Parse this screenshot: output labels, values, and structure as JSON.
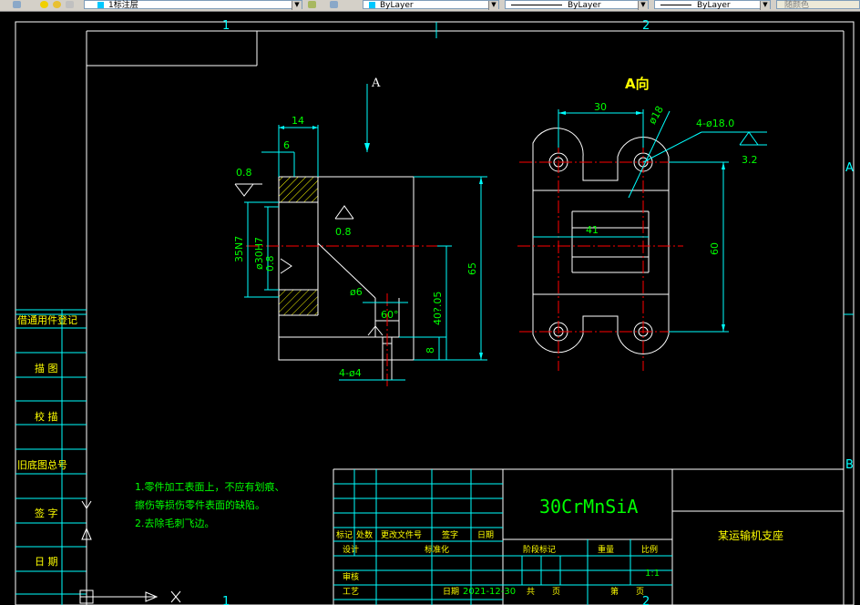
{
  "toolbar": {
    "layer_name": "1标注层",
    "color_value": "ByLayer",
    "linetype_value": "ByLayer",
    "lineweight_value": "ByLayer",
    "plotstyle_value": "随颜色"
  },
  "frame": {
    "zone_col_1": "1",
    "zone_col_2": "2",
    "zone_row_a": "A",
    "zone_row_b": "B"
  },
  "side_block": {
    "rows": [
      "借通用件登记",
      "描 图",
      "校 描",
      "旧底图总号",
      "签 字",
      "日 期"
    ]
  },
  "front_view": {
    "dims": {
      "d14": "14",
      "d6": "6",
      "r08_top": "0.8",
      "r08_mid": "0.8",
      "r08_left": "0.8",
      "d35n7": "35N7",
      "d30h7": "ø30H7",
      "d65": "65",
      "d40": "40?.05",
      "d8": "8",
      "d6hole": "ø6",
      "d60deg": "60°",
      "d4x4": "4-ø4"
    },
    "view_arrow_label": "A"
  },
  "a_view": {
    "title": "A向",
    "dims": {
      "d30": "30",
      "d18": "ø18",
      "d4x18": "4-ø18.0",
      "r32": "3.2",
      "d41": "41",
      "d60": "60"
    }
  },
  "notes": {
    "line1": "1.零件加工表面上，不应有划痕、",
    "line2": "擦伤等损伤零件表面的缺陷。",
    "line3": "2.去除毛刺飞边。"
  },
  "title_block": {
    "material": "30CrMnSiA",
    "part_name": "某运输机支座",
    "h_mark": "标记",
    "h_count": "处数",
    "h_change": "更改文件号",
    "h_sign": "签字",
    "h_date": "日期",
    "h_design": "设计",
    "h_standard": "标准化",
    "h_stage": "阶段标记",
    "h_weight": "重量",
    "h_scale": "比例",
    "scale_value": "1:1",
    "h_review": "审核",
    "h_process": "工艺",
    "h_approve": "日期",
    "date_value": "2021-12-30",
    "h_total": "共",
    "h_page_unit": "页",
    "h_sheet": "第",
    "h_sheet_unit": "页"
  },
  "ucs": {
    "y_label": "Y",
    "x_label": "X"
  }
}
